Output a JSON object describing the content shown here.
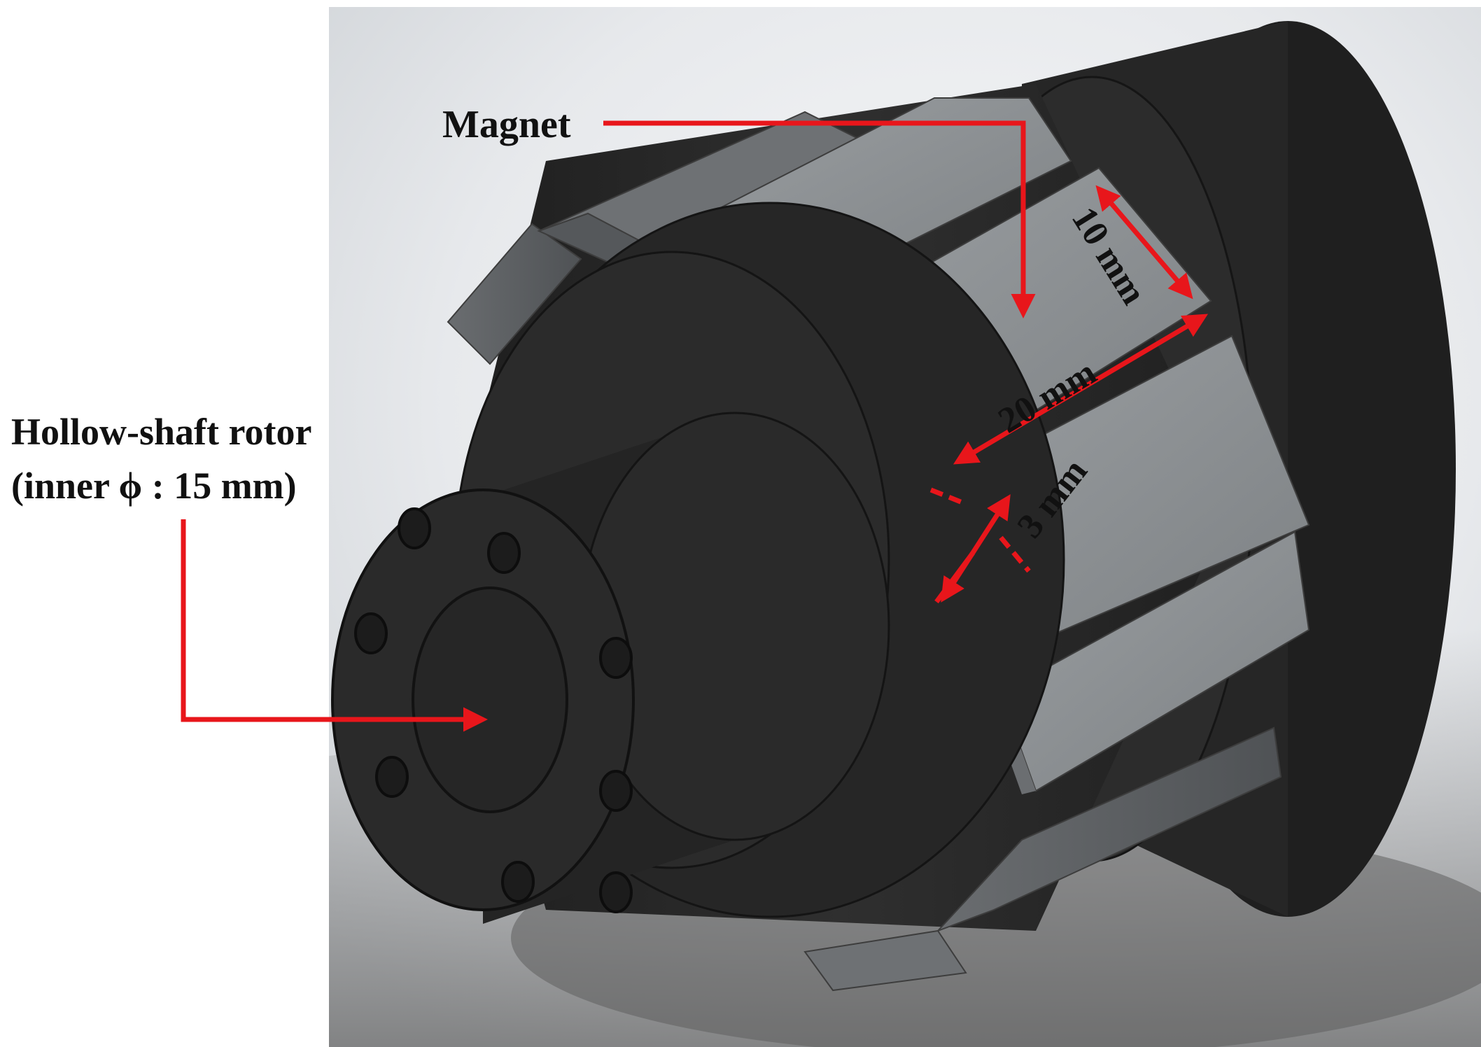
{
  "figure": {
    "labels": {
      "magnet": "Magnet",
      "rotor_line1": "Hollow-shaft rotor",
      "rotor_line2": "(inner ϕ : 15 mm)",
      "dim_length": "20 mm",
      "dim_width": "10 mm",
      "dim_thickness": "3 mm"
    },
    "colors": {
      "annotation": "#e8161b",
      "rotor_body": "#2a2a2a",
      "magnet_face": "#8a8e91",
      "magnet_side": "#5e6164",
      "background_shade": "#e4e7ea"
    }
  }
}
